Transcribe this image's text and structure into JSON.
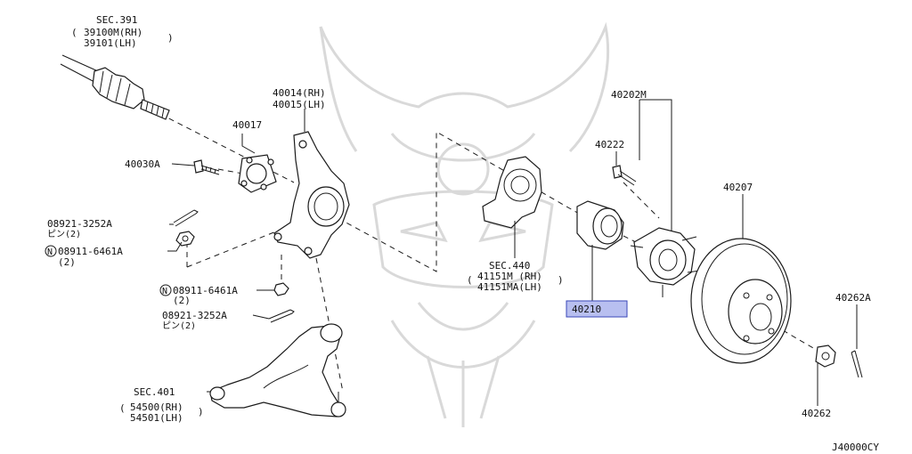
{
  "labels": {
    "sec391": {
      "title": "SEC.391",
      "rh": "39100M(RH)",
      "lh": "39101(LH)"
    },
    "p40014": {
      "rh": "40014(RH)",
      "lh": "40015(LH)"
    },
    "p40017": "40017",
    "p40030a": "40030A",
    "cotter1": {
      "code": "08921-3252A",
      "qty": "ピン(2)"
    },
    "nut1": {
      "code": "08911-6461A",
      "qty": "(2)",
      "n_mark": "N"
    },
    "nut2": {
      "code": "08911-6461A",
      "qty": "(2)",
      "n_mark": "N"
    },
    "cotter2": {
      "code": "08921-3252A",
      "qty": "ピン(2)"
    },
    "sec401": {
      "title": "SEC.401",
      "rh": "54500(RH)",
      "lh": "54501(LH)"
    },
    "sec440": {
      "title": "SEC.440",
      "rh": "41151M (RH)",
      "lh": "41151MA(LH)"
    },
    "p40210": "40210",
    "p40202m": "40202M",
    "p40222": "40222",
    "p40207": "40207",
    "p40262a": "40262A",
    "p40262": "40262",
    "diagram_code": "J40000CY"
  },
  "highlight_color": "#b8bff0"
}
